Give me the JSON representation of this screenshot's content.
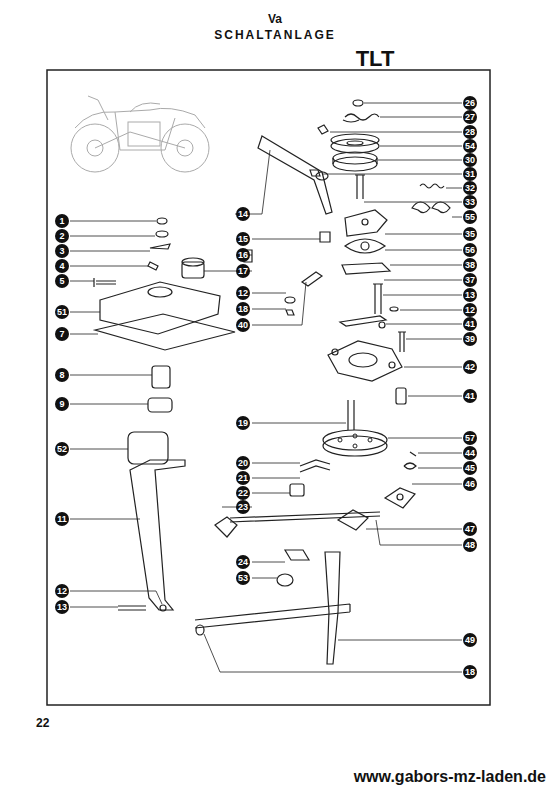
{
  "diagram": {
    "title": "SCHALTANLAGE",
    "labels": [
      "Va",
      "TLT",
      "26",
      "27",
      "28",
      "54",
      "30",
      "31",
      "32",
      "33",
      "55",
      "35",
      "56",
      "38",
      "37",
      "13",
      "12",
      "41",
      "39",
      "42",
      "41",
      "57",
      "44",
      "45",
      "46",
      "47",
      "48",
      "49",
      "18",
      "1",
      "2",
      "3",
      "4",
      "5",
      "51",
      "7",
      "8",
      "9",
      "52",
      "11",
      "12",
      "13",
      "14",
      "15",
      "16",
      "17",
      "12",
      "18",
      "40",
      "19",
      "20",
      "21",
      "22",
      "23",
      "24",
      "53",
      "22",
      "www.gabors-mz-laden.de"
    ]
  }
}
